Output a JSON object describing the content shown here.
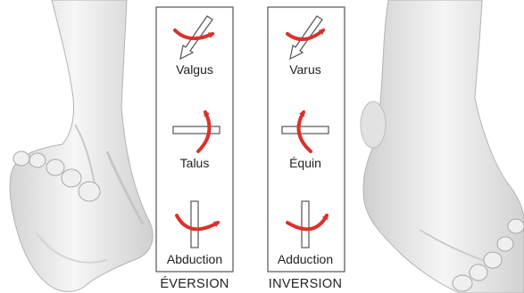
{
  "eversion": {
    "title": "ÉVERSION",
    "labels": [
      "Valgus",
      "Talus",
      "Abduction"
    ]
  },
  "inversion": {
    "title": "INVERSION",
    "labels": [
      "Varus",
      "Équin",
      "Adduction"
    ]
  },
  "colors": {
    "rotation_arrow": "#d9322b",
    "axis_outline": "#666666",
    "foot_fill": "#f2f2f2",
    "foot_shade": "#c9c9c9"
  },
  "icons": [
    "rotation-arrow-icon",
    "axis-bar-icon"
  ]
}
